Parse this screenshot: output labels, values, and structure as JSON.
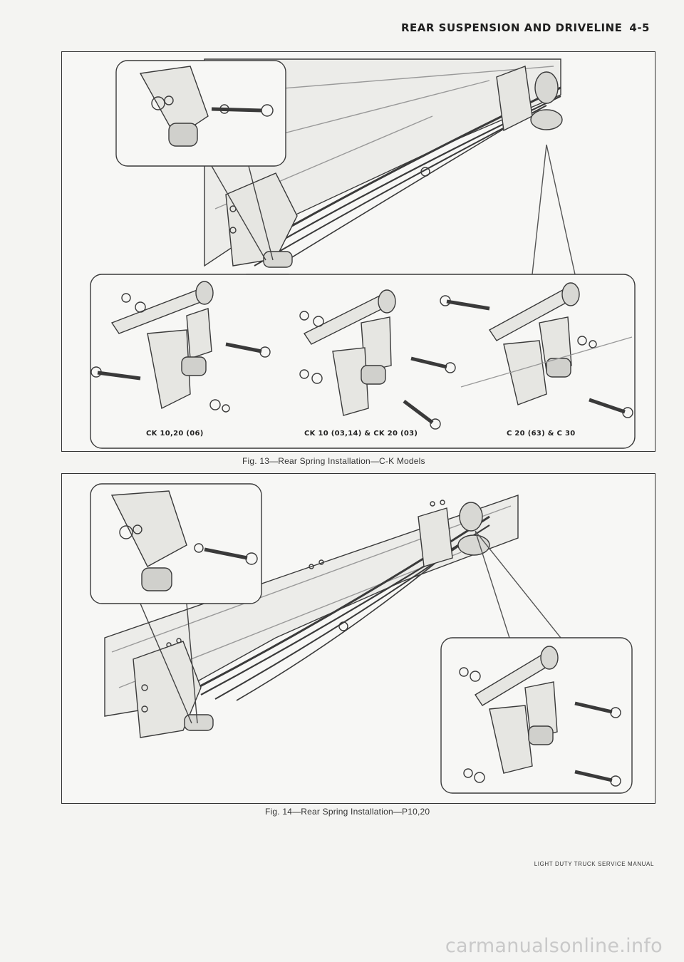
{
  "header": {
    "section_title": "REAR SUSPENSION AND DRIVELINE",
    "page_number": "4-5"
  },
  "figure13": {
    "caption": "Fig. 13—Rear Spring Installation—C-K Models",
    "labels": [
      "CK 10,20 (06)",
      "CK 10 (03,14) & CK 20 (03)",
      "C 20 (63) & C 30"
    ]
  },
  "figure14": {
    "caption": "Fig. 14—Rear Spring Installation—P10,20"
  },
  "footer": {
    "manual_title": "LIGHT DUTY TRUCK SERVICE MANUAL"
  },
  "watermark": {
    "text": "carmanualsonline.info"
  },
  "colors": {
    "line": "#3a3a3a",
    "paper": "#f7f7f5",
    "shade": "#cfcfcc"
  }
}
